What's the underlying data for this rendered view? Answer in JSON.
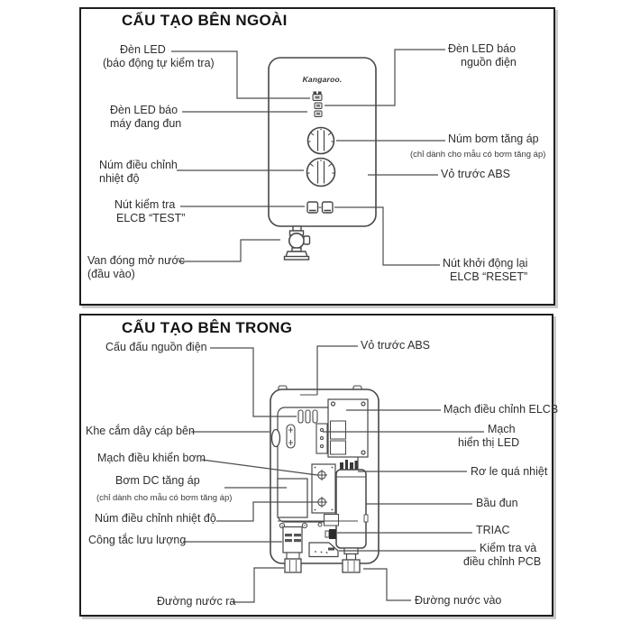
{
  "panels": {
    "external": {
      "title": "CẤU TẠO BÊN NGOÀI",
      "brand": "Kangaroo.",
      "labels": {
        "led_self_check_1": "Đèn LED",
        "led_self_check_2": "(báo động tự kiểm tra)",
        "led_heating_1": "Đèn LED báo",
        "led_heating_2": "máy đang đun",
        "temp_knob_1": "Núm điều chỉnh",
        "temp_knob_2": "nhiệt độ",
        "test_button_1": "Nút kiểm tra",
        "test_button_2": "ELCB “TEST”",
        "valve_1": "Van đóng mở nước",
        "valve_2": "(đầu vào)",
        "led_power_1": "Đèn LED báo",
        "led_power_2": "nguồn điện",
        "pump_knob_1": "Núm bơm tăng áp",
        "pump_knob_2": "(chỉ dành cho mẫu có bơm tăng áp)",
        "abs_cover": "Vỏ trước ABS",
        "reset_button_1": "Nút khởi động lại",
        "reset_button_2": "ELCB “RESET”"
      }
    },
    "internal": {
      "title": "CẤU TẠO BÊN TRONG",
      "labels": {
        "terminal_block": "Cấu đấu nguồn điện",
        "cable_slot": "Khe cắm dây cáp bên",
        "pump_board": "Mạch điều khiển bơm",
        "dc_pump_1": "Bơm DC tăng áp",
        "dc_pump_2": "(chỉ dành cho mẫu có bơm tăng áp)",
        "temp_knob": "Núm điều chỉnh nhiệt độ",
        "flow_switch": "Công tắc lưu lượng",
        "water_out": "Đường nước ra",
        "abs_cover": "Vỏ trước ABS",
        "elcb_board": "Mạch điều chỉnh ELCB",
        "led_board_1": "Mạch",
        "led_board_2": "hiển thị LED",
        "thermal_relay": "Rơ le quá nhiệt",
        "heating_tank": "Bầu đun",
        "triac": "TRIAC",
        "pcb_1": "Kiểm tra và",
        "pcb_2": "điều chỉnh PCB",
        "water_in": "Đường nước vào"
      }
    }
  }
}
